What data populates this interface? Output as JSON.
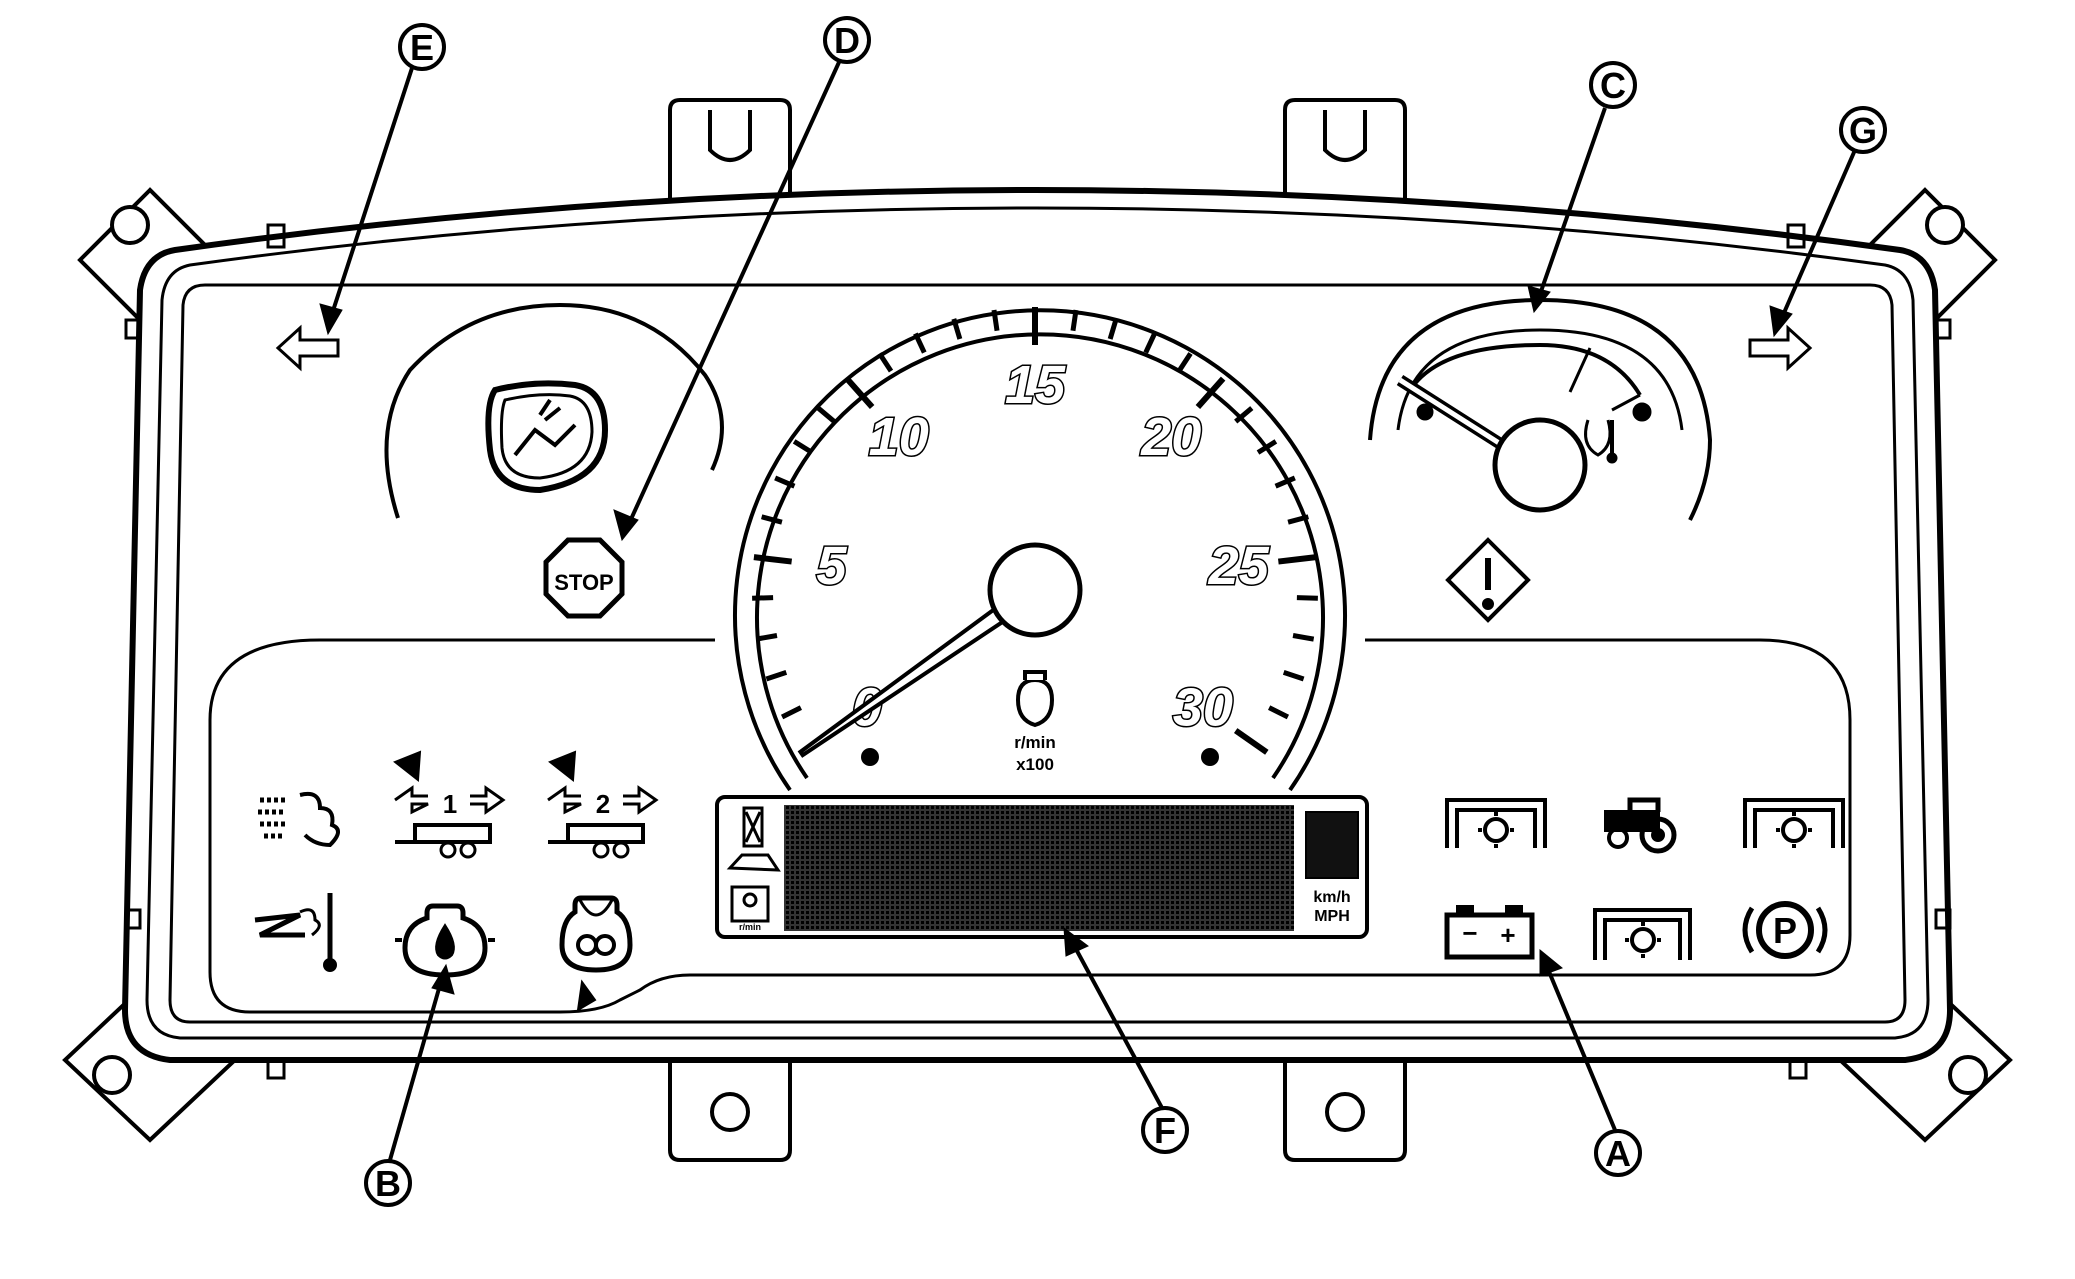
{
  "callouts": {
    "A": "A",
    "B": "B",
    "C": "C",
    "D": "D",
    "E": "E",
    "F": "F",
    "G": "G"
  },
  "tachometer": {
    "scale_labels": [
      "0",
      "5",
      "10",
      "15",
      "20",
      "25",
      "30"
    ],
    "unit_line1": "r/min",
    "unit_line2": "x100",
    "reading": 0
  },
  "stop_sign": "STOP",
  "speed_units": {
    "kmh": "km/h",
    "mph": "MPH"
  },
  "display_side_label": "r/min",
  "trailer_indicators": [
    "1",
    "2"
  ],
  "indicators": [
    "left-turn-icon",
    "right-turn-icon",
    "john-deere-logo",
    "stop-icon",
    "warning-icon",
    "coolant-temperature-icon",
    "air-filter-icon",
    "trailer-1-icon",
    "trailer-2-icon",
    "air-intake-temperature-icon",
    "oil-pressure-icon",
    "glow-plug-icon",
    "transmission-icon",
    "tractor-icon",
    "battery-icon",
    "parking-brake-icon"
  ],
  "park_label": "P",
  "battery_minus": "−",
  "battery_plus": "+"
}
